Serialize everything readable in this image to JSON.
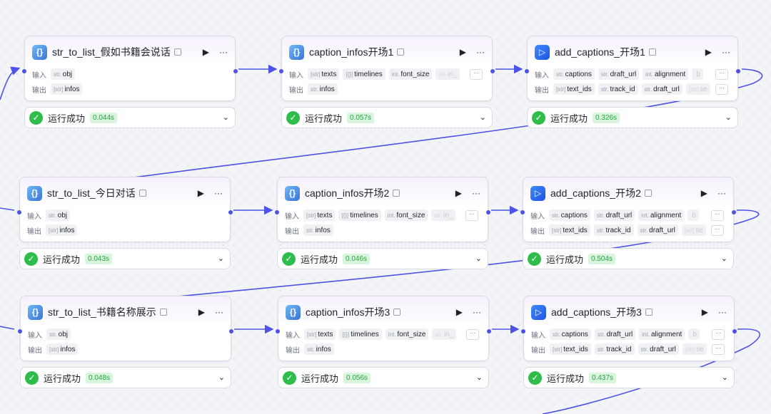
{
  "labels": {
    "input": "输入",
    "output": "输出",
    "more": "···"
  },
  "colors": {
    "edge": "#4d53e8",
    "success": "#2ebd4a"
  },
  "icons": {
    "run": "play-icon",
    "menu": "more-icon",
    "sub": "subprocess-icon",
    "code": "code-node-icon",
    "plugin": "add-captions-plugin-icon",
    "expand": "chevron-down-icon"
  },
  "status_text": "运行成功",
  "nodes": [
    {
      "title": "str_to_list_假如书籍会说话",
      "inputs": [
        {
          "t": "str.",
          "n": "obj"
        }
      ],
      "outputs": [
        {
          "t": "[str]",
          "n": "infos"
        }
      ],
      "time": "0.044s"
    },
    {
      "title": "caption_infos开场1",
      "inputs": [
        {
          "t": "[str]",
          "n": "texts"
        },
        {
          "t": "[{}]",
          "n": "timelines"
        },
        {
          "t": "int.",
          "n": "font_size"
        },
        {
          "t": "str.",
          "n": "in_"
        }
      ],
      "outputs": [
        {
          "t": "str.",
          "n": "infos"
        }
      ],
      "time": "0.057s"
    },
    {
      "title": "add_captions_开场1",
      "inputs": [
        {
          "t": "str.",
          "n": "captions"
        },
        {
          "t": "str.",
          "n": "draft_url"
        },
        {
          "t": "int.",
          "n": "alignment"
        },
        {
          "t": "",
          "n": "b"
        }
      ],
      "outputs": [
        {
          "t": "[str]",
          "n": "text_ids"
        },
        {
          "t": "str.",
          "n": "track_id"
        },
        {
          "t": "str.",
          "n": "draft_url"
        },
        {
          "t": "[str]",
          "n": "se"
        }
      ],
      "time": "0.326s"
    },
    {
      "title": "str_to_list_今日对话",
      "inputs": [
        {
          "t": "str.",
          "n": "obj"
        }
      ],
      "outputs": [
        {
          "t": "[str]",
          "n": "infos"
        }
      ],
      "time": "0.043s"
    },
    {
      "title": "caption_infos开场2",
      "inputs": [
        {
          "t": "[str]",
          "n": "texts"
        },
        {
          "t": "[{}]",
          "n": "timelines"
        },
        {
          "t": "int.",
          "n": "font_size"
        },
        {
          "t": "str.",
          "n": "in_"
        }
      ],
      "outputs": [
        {
          "t": "str.",
          "n": "infos"
        }
      ],
      "time": "0.046s"
    },
    {
      "title": "add_captions_开场2",
      "inputs": [
        {
          "t": "str.",
          "n": "captions"
        },
        {
          "t": "str.",
          "n": "draft_url"
        },
        {
          "t": "int.",
          "n": "alignment"
        },
        {
          "t": "",
          "n": "b"
        }
      ],
      "outputs": [
        {
          "t": "[str]",
          "n": "text_ids"
        },
        {
          "t": "str.",
          "n": "track_id"
        },
        {
          "t": "str.",
          "n": "draft_url"
        },
        {
          "t": "[str]",
          "n": "se"
        }
      ],
      "time": "0.504s"
    },
    {
      "title": "str_to_list_书籍名称展示",
      "inputs": [
        {
          "t": "str.",
          "n": "obj"
        }
      ],
      "outputs": [
        {
          "t": "[str]",
          "n": "infos"
        }
      ],
      "time": "0.048s"
    },
    {
      "title": "caption_infos开场3",
      "inputs": [
        {
          "t": "[str]",
          "n": "texts"
        },
        {
          "t": "[{}]",
          "n": "timelines"
        },
        {
          "t": "int.",
          "n": "font_size"
        },
        {
          "t": "str.",
          "n": "in_"
        }
      ],
      "outputs": [
        {
          "t": "str.",
          "n": "infos"
        }
      ],
      "time": "0.056s"
    },
    {
      "title": "add_captions_开场3",
      "inputs": [
        {
          "t": "str.",
          "n": "captions"
        },
        {
          "t": "str.",
          "n": "draft_url"
        },
        {
          "t": "int.",
          "n": "alignment"
        },
        {
          "t": "",
          "n": "b"
        }
      ],
      "outputs": [
        {
          "t": "[str]",
          "n": "text_ids"
        },
        {
          "t": "str.",
          "n": "track_id"
        },
        {
          "t": "str.",
          "n": "draft_url"
        },
        {
          "t": "[str]",
          "n": "se"
        }
      ],
      "time": "0.437s"
    }
  ]
}
